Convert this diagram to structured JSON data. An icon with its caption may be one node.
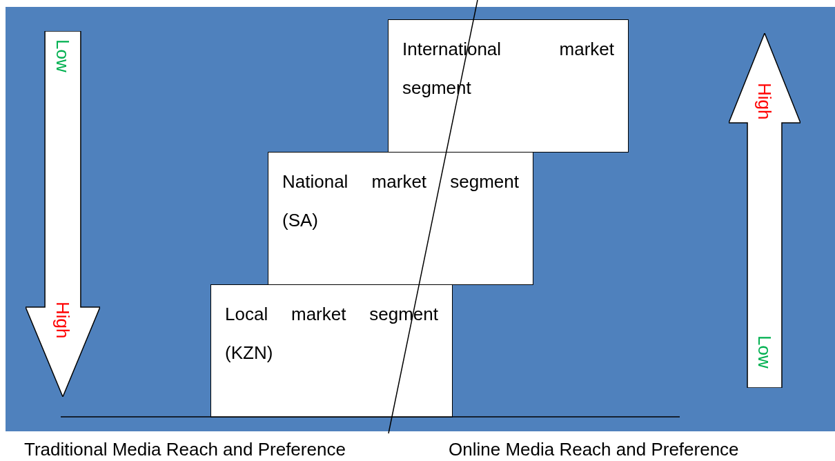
{
  "diagram": {
    "nodes": [
      {
        "text": [
          "Low",
          "High"
        ]
      },
      {
        "text": [
          "International market segment"
        ]
      },
      {
        "text": [
          "National market segment (SA)"
        ]
      },
      {
        "text": [
          "Local market segment (KZN)"
        ]
      },
      {
        "text": [
          "High",
          "Low"
        ]
      }
    ],
    "labels": [
      "Traditional Media Reach and Preference",
      "Online Media Reach and Preference"
    ]
  }
}
